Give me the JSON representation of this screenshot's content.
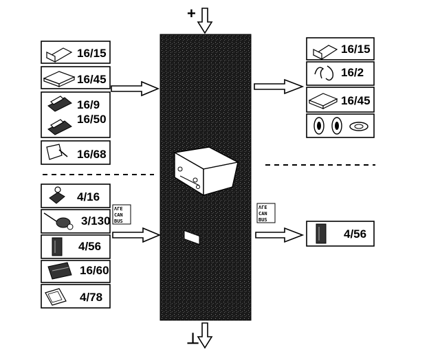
{
  "power": {
    "plus": "+",
    "ground": "⊥"
  },
  "inputs_top": [
    {
      "label": "16/15",
      "icon": "switch-module-icon"
    },
    {
      "label": "16/45",
      "icon": "flat-module-icon"
    },
    {
      "label": "16/9",
      "icon": "seat-switch-icon"
    },
    {
      "label": "16/50",
      "icon": "seat-switch-icon"
    },
    {
      "label": "16/68",
      "icon": "bracket-module-icon"
    }
  ],
  "outputs_top": [
    {
      "label": "16/15",
      "icon": "switch-module-icon"
    },
    {
      "label": "16/2",
      "icon": "connector-icon"
    },
    {
      "label": "16/45",
      "icon": "flat-module-icon"
    }
  ],
  "inputs_bottom": [
    {
      "label": "4/16",
      "icon": "sensor-icon"
    },
    {
      "label": "3/130",
      "icon": "cable-connector-icon"
    },
    {
      "label": "4/56",
      "icon": "cylinder-icon"
    },
    {
      "label": "16/60",
      "icon": "relay-box-icon"
    },
    {
      "label": "4/78",
      "icon": "display-unit-icon"
    }
  ],
  "outputs_bottom": [
    {
      "label": "4/56",
      "icon": "cylinder-icon"
    }
  ],
  "can_bus": {
    "line1": "ΛΓΕ",
    "line2": "CAN",
    "line3": "BUS"
  }
}
